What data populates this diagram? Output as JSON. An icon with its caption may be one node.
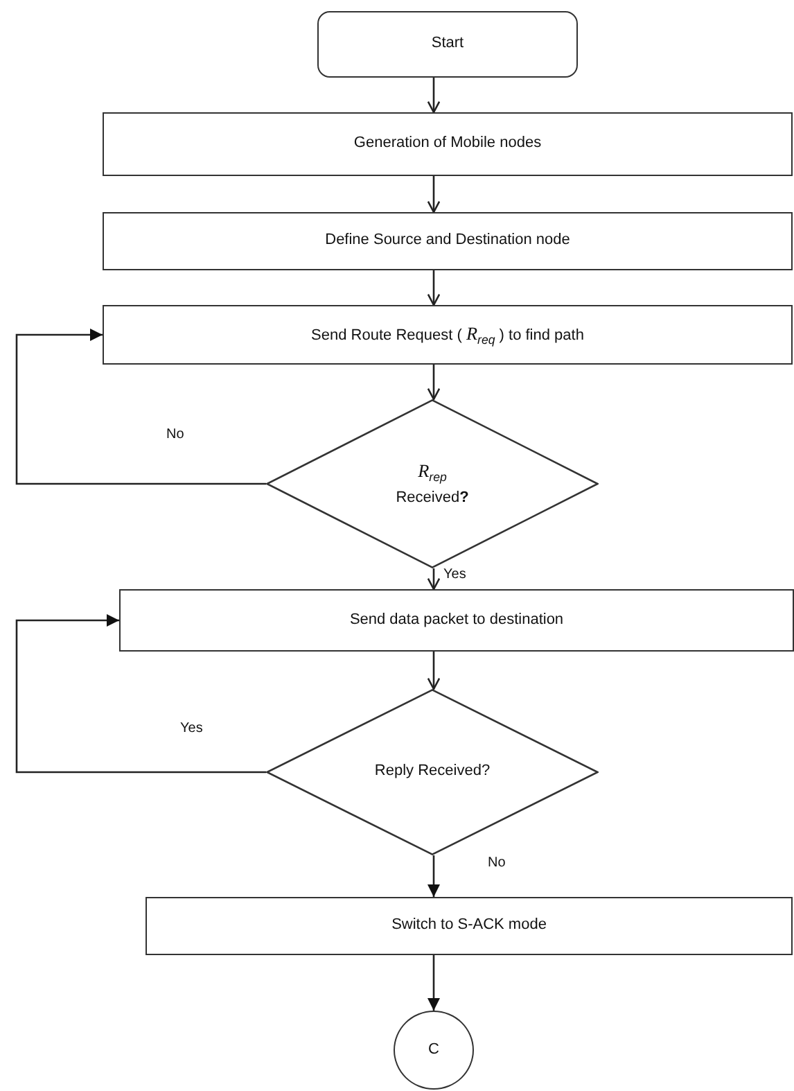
{
  "diagram": {
    "nodes": [
      {
        "text": [
          "Start"
        ]
      },
      {
        "text": [
          "Generation of Mobile nodes"
        ]
      },
      {
        "text": [
          "Define Source and Destination node"
        ]
      },
      {
        "text": [
          "Send Route Request ( *R*$_{req}$ ) to find path"
        ]
      },
      {
        "text": [
          "*R*$_{rep}$",
          "Received**?**"
        ]
      },
      {
        "text": [
          "Send data packet to destination"
        ]
      },
      {
        "text": [
          "Reply Received?"
        ]
      },
      {
        "text": [
          "Switch to S-ACK mode"
        ]
      },
      {
        "text": [
          "C"
        ]
      }
    ],
    "edges": [
      {
        "from": 0,
        "to": 1,
        "arrow": "to"
      },
      {
        "from": 1,
        "to": 2,
        "arrow": "to"
      },
      {
        "from": 2,
        "to": 3,
        "arrow": "to"
      },
      {
        "from": 3,
        "to": 4,
        "arrow": "to"
      },
      {
        "from": 4,
        "to": 3,
        "arrow": "to",
        "label": "No"
      },
      {
        "from": 4,
        "to": 5,
        "arrow": "to",
        "label": "Yes"
      },
      {
        "from": 5,
        "to": 6,
        "arrow": "to"
      },
      {
        "from": 6,
        "to": 5,
        "arrow": "to",
        "label": "Yes"
      },
      {
        "from": 6,
        "to": 7,
        "arrow": "to",
        "label": "No"
      },
      {
        "from": 7,
        "to": 8,
        "arrow": "to"
      }
    ]
  }
}
